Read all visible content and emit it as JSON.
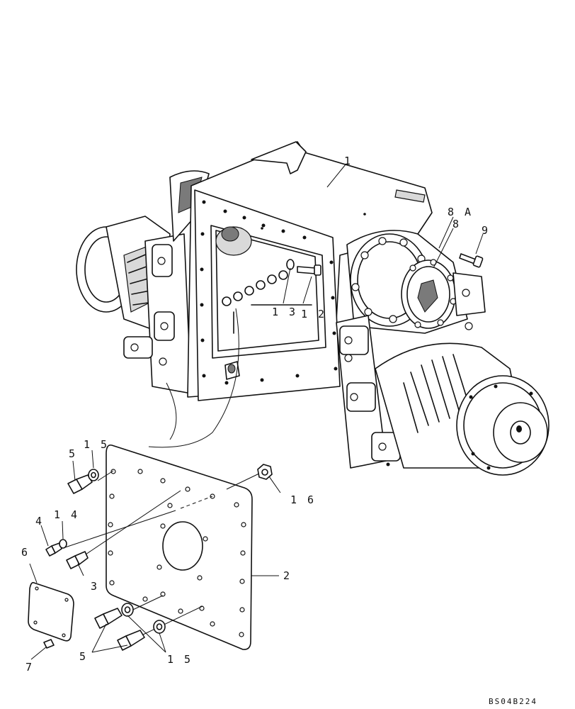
{
  "diagram": {
    "callouts": {
      "c1": "1",
      "c2": "2",
      "c3": "3",
      "c4": "4",
      "c5a": "5",
      "c5b": "5",
      "c6": "6",
      "c7": "7",
      "c8": "8",
      "c8a": "8 A",
      "c9": "9",
      "c12": "1 2",
      "c13": "1 3",
      "c14": "1 4",
      "c15a": "1 5",
      "c15b": "1 5",
      "c16": "1 6"
    },
    "drawing_code": "BS04B224"
  }
}
